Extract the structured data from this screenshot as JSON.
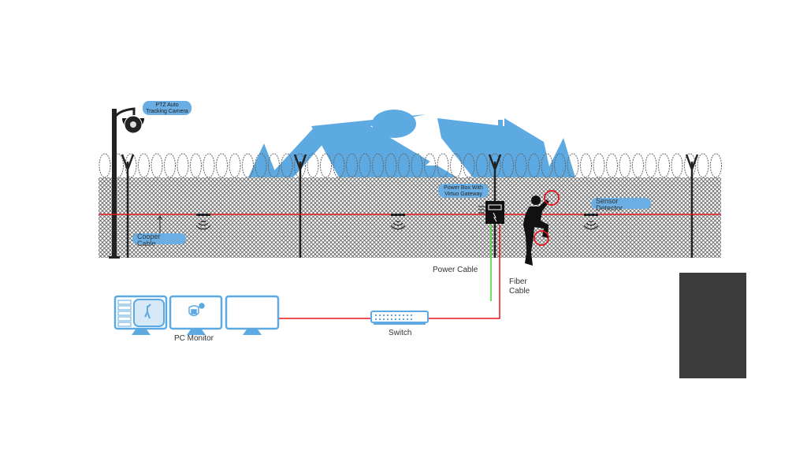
{
  "labels": {
    "ptz_camera": [
      "PTZ Auto",
      "Tracking Camera"
    ],
    "cooper_cable": [
      "Cooper",
      "Cable"
    ],
    "power_box": [
      "Power Box With",
      "Virtuo Gateway"
    ],
    "sensor_detector": [
      "Sensor",
      "Detector"
    ],
    "power_cable": "Power Cable",
    "fiber_cable": [
      "Fiber",
      "Cable"
    ],
    "switch": "Switch",
    "pc_monitor": "PC Monitor"
  },
  "colors": {
    "accent_blue": "#5DA9E1",
    "alarm_red": "#E8141B",
    "power_green": "#3ED62E",
    "dark_panel": "#3C3C3C"
  },
  "icons": [
    "ptz-camera-icon",
    "razor-wire",
    "chain-link-fence",
    "sensor-icon",
    "power-box-icon",
    "intruder-silhouette",
    "monitor-icon",
    "lock-gear-icon",
    "network-switch-icon"
  ]
}
